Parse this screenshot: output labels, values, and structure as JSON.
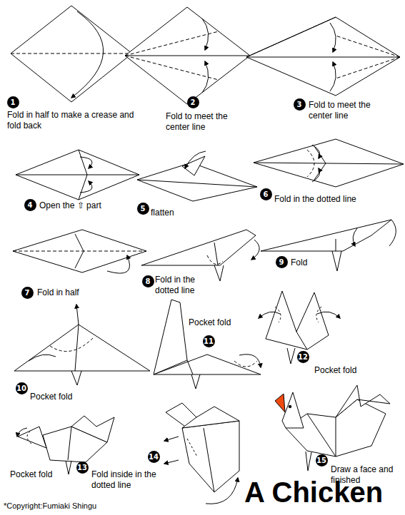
{
  "diagram": {
    "title": "A Chicken",
    "labels": [
      "1",
      "Fold in half to make a crease and fold back",
      "2",
      "Fold to meet the center line",
      "3",
      "Fold to meet the center line",
      "4",
      "Open the ⇧ part",
      "5",
      "flatten",
      "6",
      "Fold in the dotted line",
      "7",
      "Fold in half",
      "8",
      "Fold in the dotted line",
      "9",
      "Fold",
      "10",
      "Pocket fold",
      "11",
      "Pocket fold",
      "12",
      "Pocket fold",
      "13",
      "Pocket fold",
      "14",
      "Fold inside in the dotted line",
      "15",
      "Draw a face and finished",
      "*Copyright:Fumiaki Shingu"
    ]
  }
}
